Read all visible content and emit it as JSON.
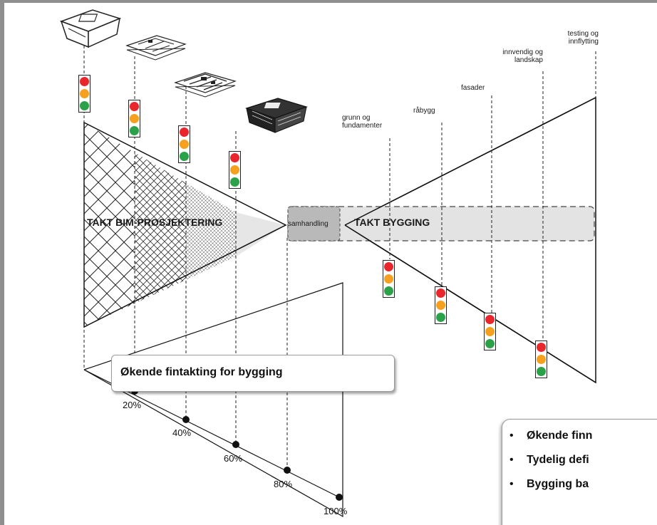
{
  "diagram": {
    "left_label": "TAKT BIM-PROSJEKTERING",
    "middle_label": "samhandling",
    "right_label": "TAKT BYGGING",
    "phases": [
      {
        "label": "grunn og\nfundamenter"
      },
      {
        "label": "råbygg"
      },
      {
        "label": "fasader"
      },
      {
        "label": "innvendig og\nlandskap"
      },
      {
        "label": "testing og\ninnflytting"
      }
    ],
    "percentages": [
      "20%",
      "40%",
      "60%",
      "80%",
      "100%"
    ],
    "light_colors": {
      "red": "#e8262b",
      "yellow": "#f5a01f",
      "green": "#2ba24a"
    },
    "icons": [
      "building-model-icon",
      "floor-plan-icon",
      "detailed-floor-plan-icon",
      "building-3d-icon"
    ]
  },
  "callout": {
    "text": "Økende fintakting for bygging"
  },
  "bullets": [
    "Økende finn",
    "Tydelig defi",
    "Bygging ba"
  ]
}
